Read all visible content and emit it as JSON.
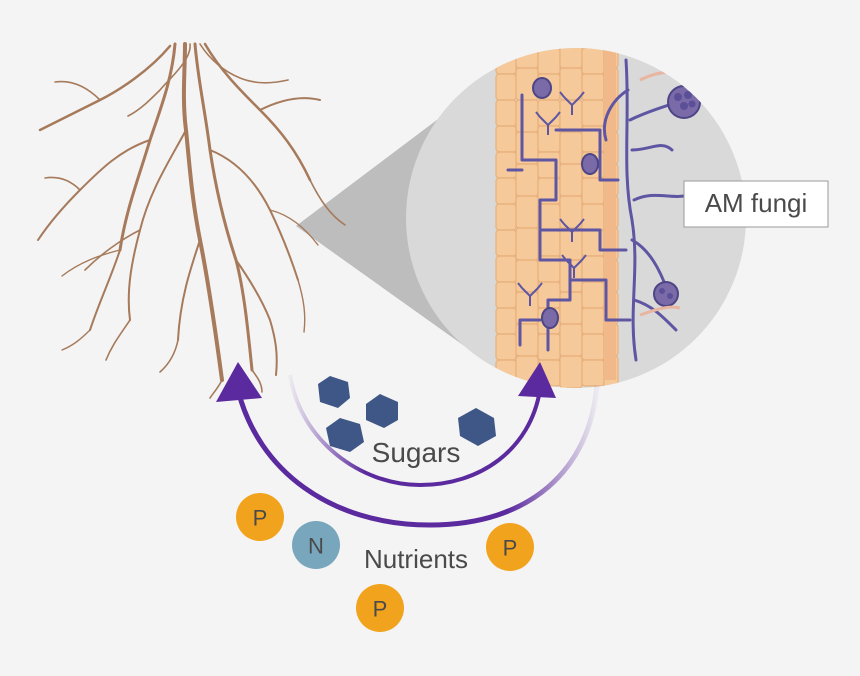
{
  "labels": {
    "fungi": "AM fungi",
    "sugars": "Sugars",
    "nutrients": "Nutrients"
  },
  "nutrient_tokens": [
    {
      "letter": "P",
      "color": "#f2a31d"
    },
    {
      "letter": "N",
      "color": "#77a6bd"
    },
    {
      "letter": "P",
      "color": "#f2a31d"
    },
    {
      "letter": "P",
      "color": "#f2a31d"
    }
  ],
  "colors": {
    "background": "#f4f4f4",
    "root": "#a67a5b",
    "arrow": "#5b2a9e",
    "sugar": "#3e5787",
    "fungi": "#5e56a3",
    "cell": "#f5c99a",
    "magnifier_circle": "#d9d9d9",
    "magnifier_cone": "#bdbdbd"
  },
  "icons": {
    "sugar": "hexagon-icon",
    "spore": "spore-icon",
    "arbuscule": "arbuscule-icon"
  }
}
